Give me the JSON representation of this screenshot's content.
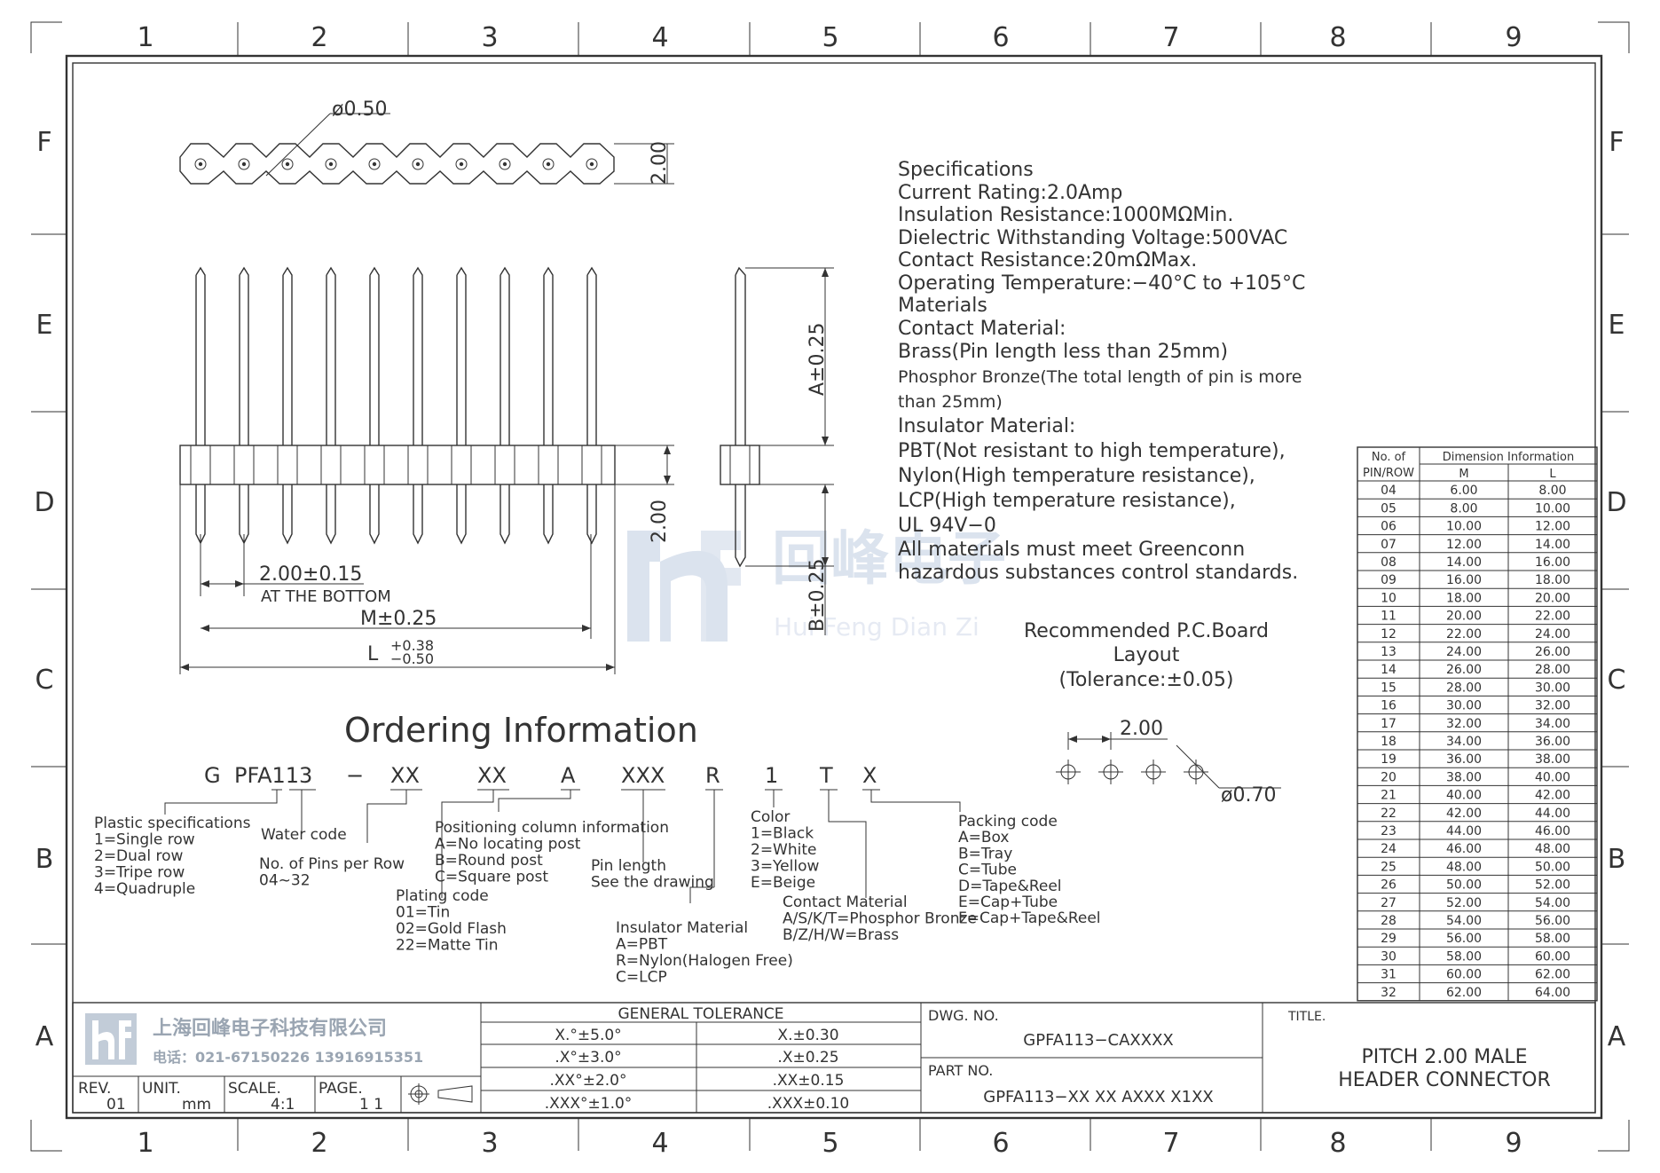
{
  "frame": {
    "cols": [
      "1",
      "2",
      "3",
      "4",
      "5",
      "6",
      "7",
      "8",
      "9"
    ],
    "rows": [
      "F",
      "E",
      "D",
      "C",
      "B",
      "A"
    ]
  },
  "top_view": {
    "hole_dim": "ø0.50",
    "height_dim": "2.00"
  },
  "front_view": {
    "pitch_dim": "2.00±0.15",
    "pitch_note": "AT THE BOTTOM",
    "m_dim": "M±0.25",
    "l_dim": "L",
    "l_tol_plus": "+0.38",
    "l_tol_minus": "−0.50"
  },
  "side_view": {
    "a_dim": "A±0.25",
    "body_dim": "2.00",
    "b_dim": "B±0.25"
  },
  "watermark": {
    "logo": "hf",
    "cn": "回峰电子",
    "en": "Hui Feng Dian Zi"
  },
  "specifications": [
    "Specifications",
    "Current  Rating:2.0Amp",
    "Insulation  Resistance:1000MΩMin.",
    "Dielectric  Withstanding  Voltage:500VAC",
    "Contact  Resistance:20mΩMax.",
    "Operating  Temperature:−40°C  to  +105°C",
    "Materials",
    "Contact  Material:",
    "Brass(Pin  length  less  than  25mm)",
    "Phosphor Bronze(The total length of pin is more",
    "than 25mm)",
    "Insulator  Material:",
    "PBT(Not  resistant  to  high  temperature),",
    "Nylon(High  temperature  resistance),",
    "LCP(High  temperature  resistance),",
    "UL  94V−0",
    "All  materials  must  meet  Greenconn",
    "hazardous  substances  control  standards."
  ],
  "pcb": {
    "title": [
      "Recommended  P.C.Board",
      "Layout",
      "(Tolerance:±0.05)"
    ],
    "pitch": "2.00",
    "hole": "ø0.70"
  },
  "ordering": {
    "title": "Ordering  Information",
    "code": [
      "G",
      "PFA113",
      "−",
      "XX",
      "XX",
      "A",
      "XXX",
      "R",
      "1",
      "T",
      "X"
    ],
    "plastic": [
      "Plastic  specifications",
      "1=Single  row",
      "2=Dual  row",
      "3=Tripe  row",
      "4=Quadruple"
    ],
    "water": "Water  code",
    "pins": [
      "No. of Pins per Row",
      "04~32"
    ],
    "plating": [
      "Plating  code",
      "01=Tin",
      "02=Gold  Flash",
      "22=Matte  Tin"
    ],
    "positioning": [
      "Positioning column information",
      "A=No  locating  post",
      "B=Round  post",
      "C=Square  post"
    ],
    "pin_length": [
      "Pin  length",
      "See  the  drawing"
    ],
    "insulator": [
      "Insulator  Material",
      "A=PBT",
      "R=Nylon(Halogen Free)",
      "C=LCP"
    ],
    "color": [
      "Color",
      "1=Black",
      "2=White",
      "3=Yellow",
      "E=Beige"
    ],
    "contact": [
      "Contact  Material",
      "A/S/K/T=Phosphor Bronze",
      "B/Z/H/W=Brass"
    ],
    "packing": [
      "Packing  code",
      "A=Box",
      "B=Tray",
      "C=Tube",
      "D=Tape&Reel",
      "E=Cap+Tube",
      "F=Cap+Tape&Reel"
    ]
  },
  "dimension_table": {
    "header_col": [
      "No. of",
      "PIN/ROW"
    ],
    "header_group": "Dimension  Information",
    "header_m": "M",
    "header_l": "L",
    "rows": [
      [
        "04",
        "6.00",
        "8.00"
      ],
      [
        "05",
        "8.00",
        "10.00"
      ],
      [
        "06",
        "10.00",
        "12.00"
      ],
      [
        "07",
        "12.00",
        "14.00"
      ],
      [
        "08",
        "14.00",
        "16.00"
      ],
      [
        "09",
        "16.00",
        "18.00"
      ],
      [
        "10",
        "18.00",
        "20.00"
      ],
      [
        "11",
        "20.00",
        "22.00"
      ],
      [
        "12",
        "22.00",
        "24.00"
      ],
      [
        "13",
        "24.00",
        "26.00"
      ],
      [
        "14",
        "26.00",
        "28.00"
      ],
      [
        "15",
        "28.00",
        "30.00"
      ],
      [
        "16",
        "30.00",
        "32.00"
      ],
      [
        "17",
        "32.00",
        "34.00"
      ],
      [
        "18",
        "34.00",
        "36.00"
      ],
      [
        "19",
        "36.00",
        "38.00"
      ],
      [
        "20",
        "38.00",
        "40.00"
      ],
      [
        "21",
        "40.00",
        "42.00"
      ],
      [
        "22",
        "42.00",
        "44.00"
      ],
      [
        "23",
        "44.00",
        "46.00"
      ],
      [
        "24",
        "46.00",
        "48.00"
      ],
      [
        "25",
        "48.00",
        "50.00"
      ],
      [
        "26",
        "50.00",
        "52.00"
      ],
      [
        "27",
        "52.00",
        "54.00"
      ],
      [
        "28",
        "54.00",
        "56.00"
      ],
      [
        "29",
        "56.00",
        "58.00"
      ],
      [
        "30",
        "58.00",
        "60.00"
      ],
      [
        "31",
        "60.00",
        "62.00"
      ],
      [
        "32",
        "62.00",
        "64.00"
      ]
    ]
  },
  "title_block": {
    "company": "上海回峰电子科技有限公司",
    "phone": "电话：021-67150226  13916915351",
    "rev_label": "REV.",
    "rev": "01",
    "unit_label": "UNIT.",
    "unit": "mm",
    "scale_label": "SCALE.",
    "scale": "4:1",
    "page_label": "PAGE.",
    "page": "1  1",
    "tol_title": "GENERAL TOLERANCE",
    "tol": [
      [
        "X.°±5.0°",
        "X.±0.30"
      ],
      [
        ".X°±3.0°",
        ".X±0.25"
      ],
      [
        ".XX°±2.0°",
        ".XX±0.15"
      ],
      [
        ".XXX°±1.0°",
        ".XXX±0.10"
      ]
    ],
    "dwg_label": "DWG. NO.",
    "dwg": "GPFA113−CAXXXX",
    "part_label": "PART NO.",
    "part": "GPFA113−XX  XX  AXXX  X1XX",
    "title_label": "TITLE.",
    "title": [
      "PITCH  2.00  MALE",
      "HEADER  CONNECTOR"
    ]
  }
}
